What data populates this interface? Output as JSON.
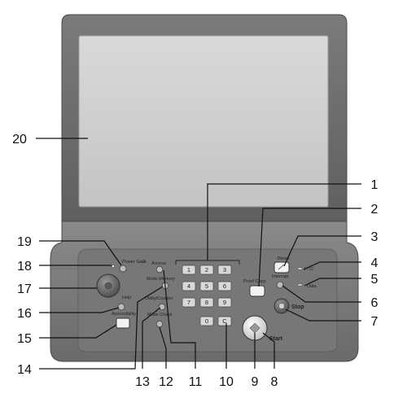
{
  "callouts": [
    {
      "n": "1"
    },
    {
      "n": "2"
    },
    {
      "n": "3"
    },
    {
      "n": "4"
    },
    {
      "n": "5"
    },
    {
      "n": "6"
    },
    {
      "n": "7"
    },
    {
      "n": "8"
    },
    {
      "n": "9"
    },
    {
      "n": "10"
    },
    {
      "n": "11"
    },
    {
      "n": "12"
    },
    {
      "n": "13"
    },
    {
      "n": "14"
    },
    {
      "n": "15"
    },
    {
      "n": "16"
    },
    {
      "n": "17"
    },
    {
      "n": "18"
    },
    {
      "n": "19"
    },
    {
      "n": "20"
    }
  ],
  "panel_labels": {
    "power_save": "Power Save",
    "access": "Access",
    "mode_memory": "Mode Memory",
    "help": "Help",
    "utility_counter": "Utility/Counter",
    "accessibility": "Accessibility",
    "mode_check": "Mode Check",
    "proof_copy": "Proof Copy",
    "reset": "Reset",
    "interrupt": "Interrupt",
    "power": "I / ⏻",
    "data": "Data",
    "stop": "Stop",
    "start": "Start"
  },
  "keypad": [
    "1",
    "2",
    "3",
    "4",
    "5",
    "6",
    "7",
    "8",
    "9",
    "0",
    "C"
  ],
  "colors": {
    "bezel": "#6e6e6e",
    "bezel_dark": "#545454",
    "screen": "#cfcfcf",
    "panel": "#7a7a7a",
    "key": "#d8d8d8"
  }
}
